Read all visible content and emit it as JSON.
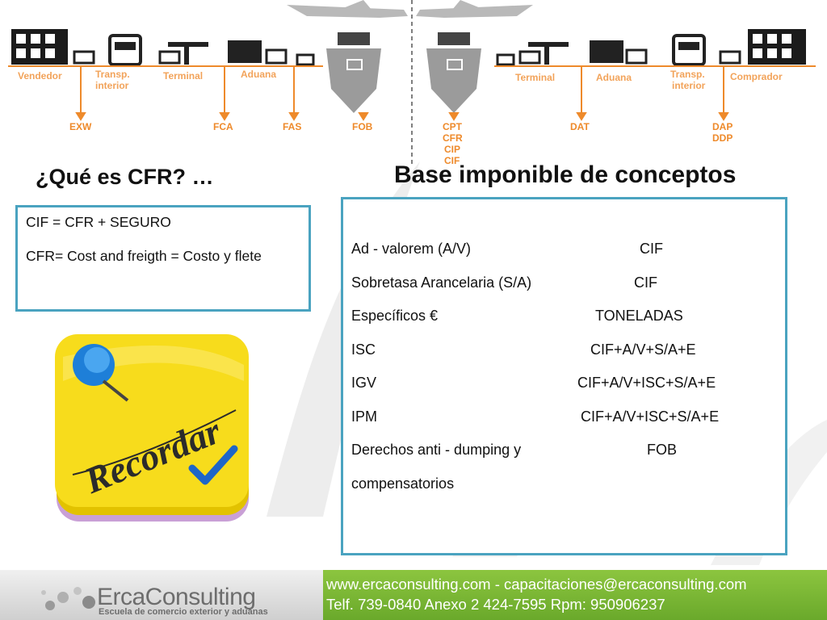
{
  "incoterms": {
    "left_labels": [
      "Vendedor",
      "Transp.",
      "interior",
      "Terminal",
      "Aduana"
    ],
    "right_labels": [
      "Terminal",
      "Aduana",
      "Transp.",
      "interior",
      "Comprador"
    ],
    "left_codes": [
      "EXW",
      "FCA",
      "FAS",
      "FOB"
    ],
    "center_codes": [
      "CPT",
      "CFR",
      "CIP",
      "CIF"
    ],
    "right_codes": [
      "DAT",
      "DAP",
      "DDP"
    ]
  },
  "left_heading": "¿Qué es CFR? …",
  "right_heading": "Base imponible de conceptos",
  "cfr_box": {
    "line1": "CIF = CFR + SEGURO",
    "line2": "CFR= Cost and freigth = Costo y flete"
  },
  "concepts": [
    {
      "label": "Ad - valorem (A/V)",
      "base": "CIF"
    },
    {
      "label": "Sobretasa Arancelaria (S/A)",
      "base": "CIF"
    },
    {
      "label": "Específicos €",
      "base": "TONELADAS"
    },
    {
      "label": "ISC",
      "base": "CIF+A/V+S/A+E"
    },
    {
      "label": "IGV",
      "base": "CIF+A/V+ISC+S/A+E"
    },
    {
      "label": "IPM",
      "base": "CIF+A/V+ISC+S/A+E"
    },
    {
      "label": "Derechos anti - dumping y",
      "base": "FOB"
    },
    {
      "label": "compensatorios",
      "base": ""
    }
  ],
  "note": {
    "text": "Recordar"
  },
  "footer": {
    "brand": "ErcaConsulting",
    "tagline": "Escuela de comercio exterior y aduanas",
    "line1": "www.ercaconsulting.com    - capacitaciones@ercaconsulting.com",
    "line2": "Telf. 739-0840 Anexo 2   424-7595   Rpm: 950906237"
  },
  "colors": {
    "border": "#4aa3c0",
    "footer_green": "#7ab833",
    "note_yellow": "#f5d400",
    "inco_orange": "#ee8a2b"
  }
}
